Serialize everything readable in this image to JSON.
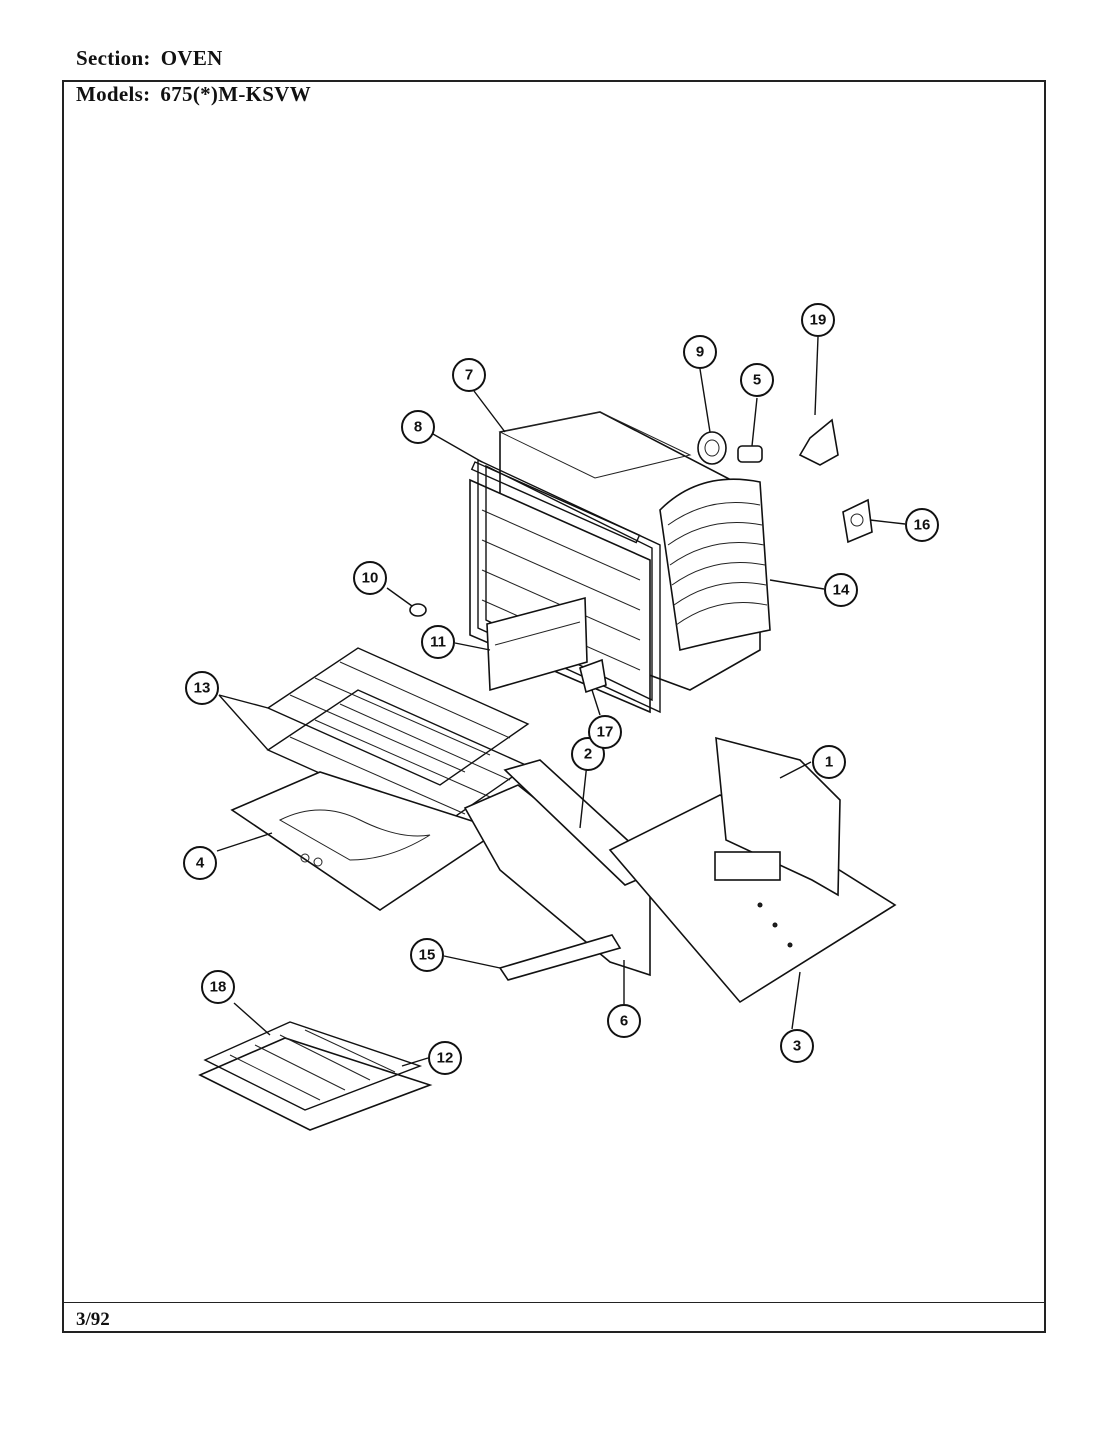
{
  "header": {
    "section_label": "Section:",
    "section_value": "OVEN",
    "models_label": "Models:",
    "models_value": "675(*)M-KSVW"
  },
  "footer": {
    "date": "3/92"
  },
  "callouts": [
    "1",
    "2",
    "3",
    "4",
    "5",
    "6",
    "7",
    "8",
    "9",
    "10",
    "11",
    "12",
    "13",
    "14",
    "15",
    "16",
    "17",
    "18",
    "19"
  ]
}
